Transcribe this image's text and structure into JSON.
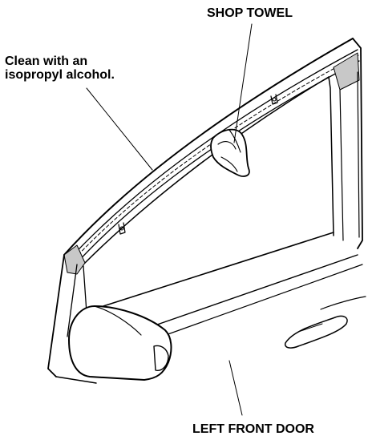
{
  "labels": {
    "clean_line1": "Clean with an",
    "clean_line2": "isopropyl alcohol.",
    "shop_towel": "SHOP TOWEL",
    "left_front_door": "LEFT FRONT DOOR"
  },
  "colors": {
    "ink": "#000000",
    "background": "#ffffff",
    "molding_shade": "#bdbdbd",
    "applied_area_fill": "#c8c8c8"
  },
  "icons": {
    "towel": "shop-towel-illustration",
    "mirror": "side-mirror-illustration",
    "handle": "door-handle-illustration"
  }
}
